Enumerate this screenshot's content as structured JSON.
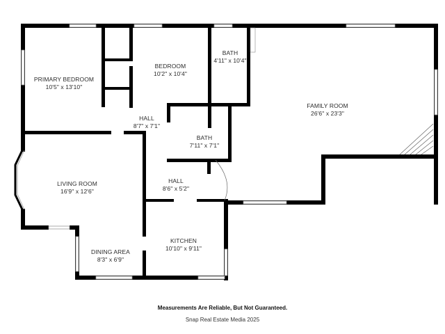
{
  "floorplan": {
    "rooms": [
      {
        "name": "PRIMARY BEDROOM",
        "dimensions": "10'5\" x 13'10\""
      },
      {
        "name": "BEDROOM",
        "dimensions": "10'2\" x 10'4\""
      },
      {
        "name": "BATH",
        "dimensions": "4'11\" x 10'4\""
      },
      {
        "name": "FAMILY ROOM",
        "dimensions": "26'6\" x 23'3\""
      },
      {
        "name": "HALL",
        "dimensions": "8'7\" x 7'1\""
      },
      {
        "name": "BATH",
        "dimensions": "7'11\" x 7'1\""
      },
      {
        "name": "LIVING ROOM",
        "dimensions": "16'9\" x 12'6\""
      },
      {
        "name": "HALL",
        "dimensions": "8'6\" x 5'2\""
      },
      {
        "name": "DINING AREA",
        "dimensions": "8'3\" x 6'9\""
      },
      {
        "name": "KITCHEN",
        "dimensions": "10'10\" x 9'11\""
      }
    ],
    "colors": {
      "wall": "#000000",
      "window": "#9a9a9a",
      "background": "#ffffff"
    }
  },
  "footer": {
    "disclaimer": "Measurements Are Reliable, But Not Guaranteed.",
    "credit": "Snap Real Estate Media 2025"
  }
}
